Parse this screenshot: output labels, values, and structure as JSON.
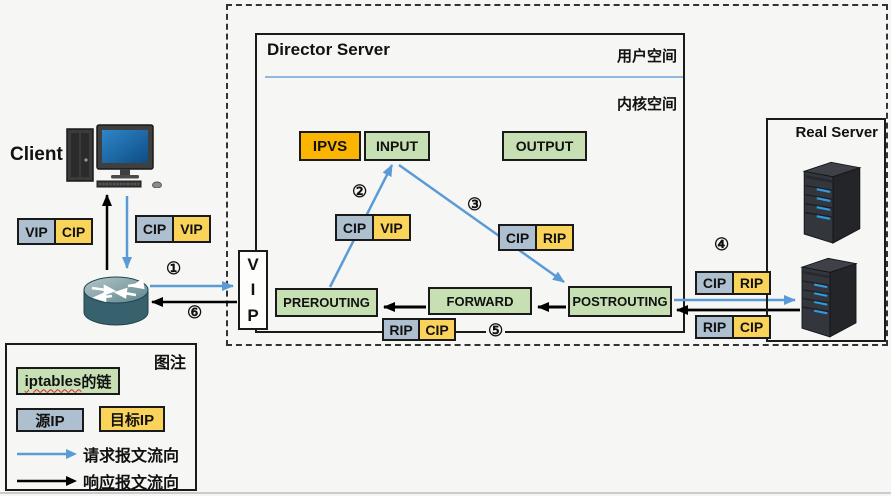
{
  "client": {
    "label": "Client"
  },
  "director": {
    "title": "Director Server",
    "user_space": "用户空间",
    "kernel_space": "内核空间",
    "vip_letters": [
      "V",
      "I",
      "P"
    ],
    "chains": {
      "ipvs": "IPVS",
      "input": "INPUT",
      "output": "OUTPUT",
      "prerouting": "PREROUTING",
      "forward": "FORWARD",
      "postrouting": "POSTROUTING"
    }
  },
  "real_server": {
    "title": "Real Server"
  },
  "packets": [
    {
      "id": "client-response",
      "src": "VIP",
      "dst": "CIP"
    },
    {
      "id": "client-request",
      "src": "CIP",
      "dst": "VIP"
    },
    {
      "id": "prerouting-to-input",
      "src": "CIP",
      "dst": "VIP"
    },
    {
      "id": "input-to-postrouting",
      "src": "CIP",
      "dst": "RIP"
    },
    {
      "id": "to-real-server",
      "src": "CIP",
      "dst": "RIP"
    },
    {
      "id": "from-real-server",
      "src": "RIP",
      "dst": "CIP"
    },
    {
      "id": "response-bottom",
      "src": "RIP",
      "dst": "CIP"
    }
  ],
  "steps": {
    "s1": "①",
    "s2": "②",
    "s3": "③",
    "s4": "④",
    "s5": "⑤",
    "s6": "⑥"
  },
  "legend": {
    "title": "图注",
    "chain_en": "iptables",
    "chain_zh": "的链",
    "source_ip": "源IP",
    "dest_ip": "目标IP",
    "request_flow": "请求报文流向",
    "response_flow": "响应报文流向"
  },
  "colors": {
    "chain_green": "#c6e0b4",
    "ipvs_orange": "#fbb500",
    "source_ip_blue": "#aebfd0",
    "dest_ip_yellow": "#fad45a",
    "request_arrow_blue": "#5b9bd5",
    "response_arrow_black": "#000000",
    "divider_blue": "#8fb8de"
  }
}
